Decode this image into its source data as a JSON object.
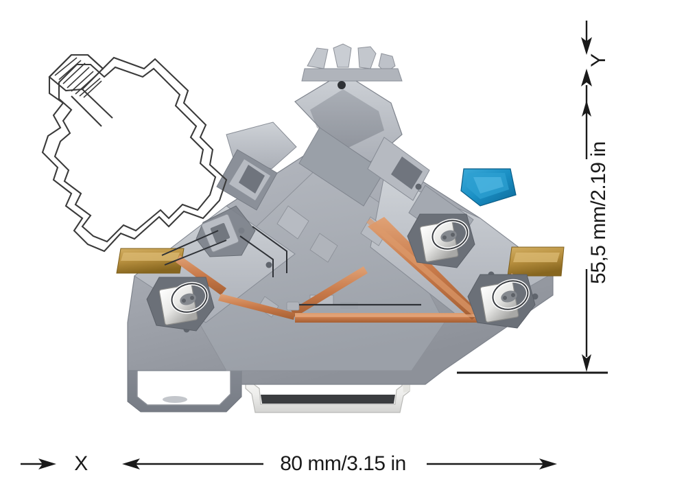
{
  "figure": {
    "title": "Terminal block dimensioned side view",
    "background_color": "#ffffff"
  },
  "dimensions": {
    "horizontal": {
      "label": "80 mm/3.15 in",
      "value_mm": 80,
      "value_in": 3.15,
      "axis": "X"
    },
    "vertical": {
      "label": "55,5 mm/2.19 in",
      "value_mm": 55.5,
      "value_in": 2.19,
      "axis": "Y"
    }
  },
  "axes": {
    "x_label": "X",
    "y_label": "Y"
  },
  "colors": {
    "body_gray": "#a8acb4",
    "body_gray_dark": "#7e838c",
    "body_gray_light": "#c3c7cd",
    "body_gray_deep": "#6a6f78",
    "lever_blue": "#1a8fc4",
    "lever_blue_dark": "#0f6d9c",
    "busbar_tan": "#b8903f",
    "busbar_tan_dark": "#8f6c27",
    "conductor_copper": "#c87a4a",
    "conductor_copper_light": "#dd9a6b",
    "clamp_metal": "#f2f2f0",
    "clamp_metal_dark": "#9a9a98",
    "rail_white": "#f4f4f2",
    "rail_shadow": "#2a2d30",
    "outline_stroke": "#3a3a3a",
    "dimension_line": "#1a1a1a"
  },
  "product": {
    "type": "din-rail-terminal-block",
    "conductor_ports": 4,
    "lever_count": 1,
    "busbar_count": 2,
    "clamp_count": 4
  },
  "overlay_tool": {
    "name": "operating-tool-outline",
    "style": "double-stroke-line-art",
    "has_knurled_handle": true
  }
}
